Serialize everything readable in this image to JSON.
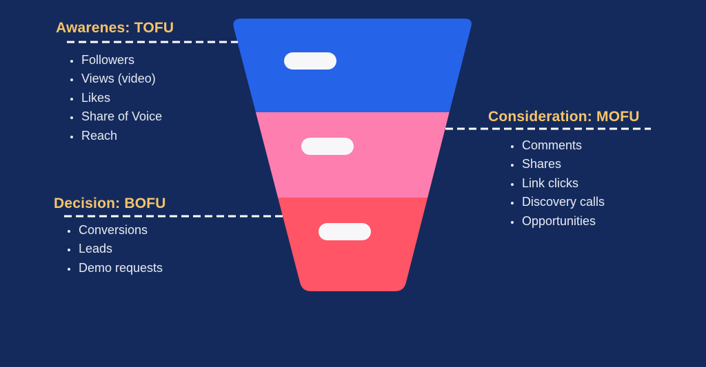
{
  "colors": {
    "background": "#142a5c",
    "tofu": "#2563e8",
    "mofu": "#ff7eb0",
    "bofu": "#ff5567",
    "title": "#f6c46b",
    "text": "#e6eaf2",
    "pill": "#f7f7f9"
  },
  "stages": {
    "tofu": {
      "title": "Awarenes: TOFU",
      "metrics": [
        "Followers",
        "Views (video)",
        "Likes",
        "Share of Voice",
        "Reach"
      ]
    },
    "mofu": {
      "title": "Consideration: MOFU",
      "metrics": [
        "Comments",
        "Shares",
        "Link clicks",
        "Discovery calls",
        "Opportunities"
      ]
    },
    "bofu": {
      "title": "Decision: BOFU",
      "metrics": [
        "Conversions",
        "Leads",
        "Demo requests"
      ]
    }
  }
}
